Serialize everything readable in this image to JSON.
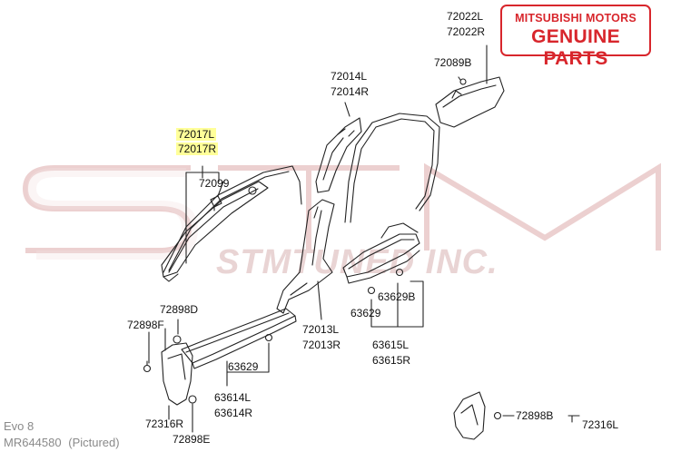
{
  "badge": {
    "brand": "MITSUBISHI MOTORS",
    "tagline": "GENUINE PARTS",
    "color": "#d8262c"
  },
  "watermark": {
    "logo_text": "STM",
    "company": "STMTUNED INC.",
    "color": "#e7c2c2"
  },
  "footer": {
    "model": "Evo 8",
    "part_number": "MR644580",
    "note": "(Pictured)"
  },
  "callouts": {
    "p72022L": "72022L",
    "p72022R": "72022R",
    "p72089B": "72089B",
    "p72014L": "72014L",
    "p72014R": "72014R",
    "p72017L": "72017L",
    "p72017R": "72017R",
    "p72099": "72099",
    "p72898D": "72898D",
    "p72898F": "72898F",
    "p72013L": "72013L",
    "p72013R": "72013R",
    "p63629B": "63629B",
    "p63629a": "63629",
    "p63615L": "63615L",
    "p63615R": "63615R",
    "p63629b": "63629",
    "p63614L": "63614L",
    "p63614R": "63614R",
    "p72316La": "72316R",
    "p72898E": "72898E",
    "p72898B": "72898B",
    "p72316Lb": "72316L"
  }
}
